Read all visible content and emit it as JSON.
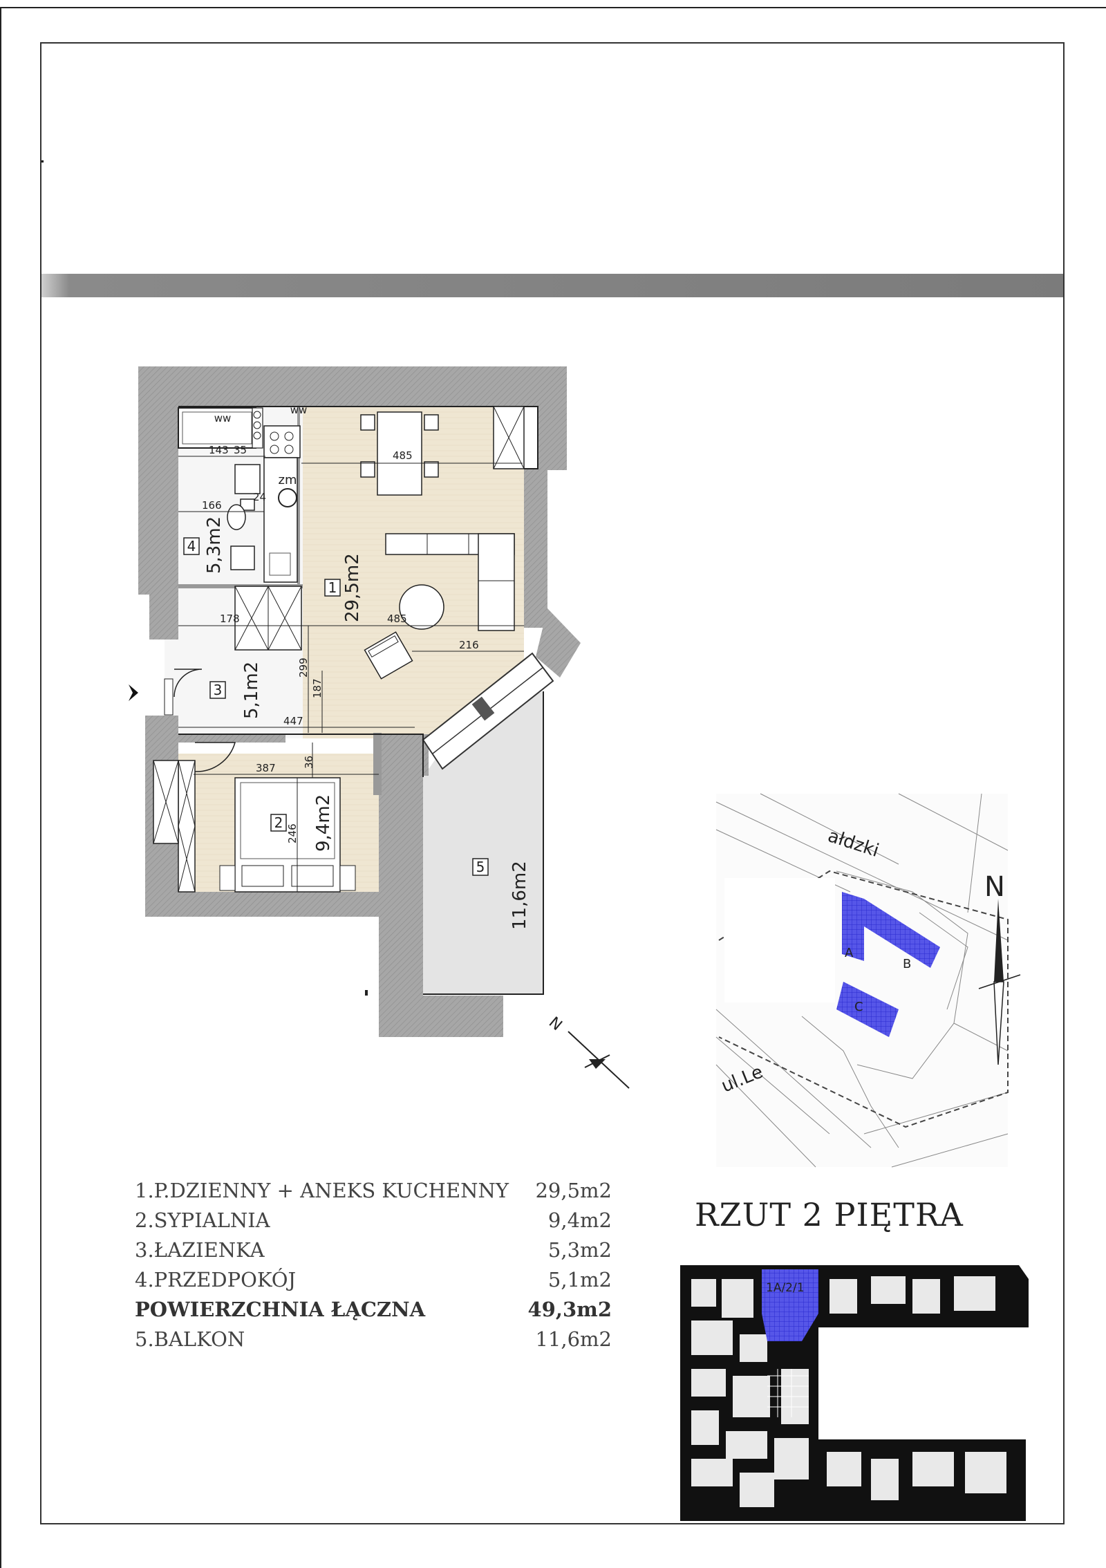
{
  "floor_plan": {
    "rooms": [
      {
        "number": "1",
        "area": "29,5m2"
      },
      {
        "number": "2",
        "area": "9,4m2"
      },
      {
        "number": "3",
        "area": "5,1m2"
      },
      {
        "number": "4",
        "area": "5,3m2"
      },
      {
        "number": "5",
        "area": "11,6m2"
      }
    ],
    "fixtures": {
      "ww_left": "ww",
      "ww_right": "ww",
      "zm": "zm"
    },
    "dimensions": [
      "143",
      "35",
      "166",
      "24",
      "485",
      "485",
      "178",
      "216",
      "299",
      "187",
      "447",
      "387",
      "36",
      "246"
    ],
    "north": "N"
  },
  "site_map": {
    "street_top": "ałdzki",
    "street_bottom": "ul.Le",
    "north": "N",
    "blocks": [
      "A",
      "B",
      "C"
    ]
  },
  "legend": {
    "items": [
      {
        "label": "1.P.DZIENNY + ANEKS KUCHENNY",
        "value": "29,5m2",
        "bold": false
      },
      {
        "label": "2.SYPIALNIA",
        "value": "9,4m2",
        "bold": false
      },
      {
        "label": "3.ŁAZIENKA",
        "value": "5,3m2",
        "bold": false
      },
      {
        "label": "4.PRZEDPOKÓJ",
        "value": "5,1m2",
        "bold": false
      },
      {
        "label": "POWIERZCHNIA ŁĄCZNA",
        "value": "49,3m2",
        "bold": true
      },
      {
        "label": "5.BALKON",
        "value": "11,6m2",
        "bold": false
      }
    ]
  },
  "floor_overview": {
    "title": "RZUT 2 PIĘTRA",
    "highlight": "1A/2/1"
  },
  "colors": {
    "wall": "#a7a7a7",
    "floor_wood": "#efe6d2",
    "balcony": "#e6e6e6",
    "highlight": "#2f2fd8",
    "band": "#7b7b7b"
  }
}
